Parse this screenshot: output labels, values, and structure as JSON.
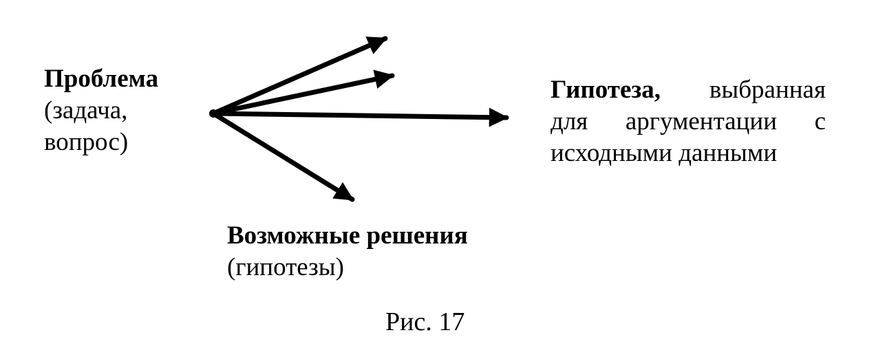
{
  "problem": {
    "title": "Проблема",
    "line2": "(задача,",
    "line3": "вопрос)"
  },
  "hypothesis": {
    "title": "Гипотеза,",
    "line1_rest": "выбранная",
    "line2_words": [
      "для",
      "аргументации",
      "с"
    ],
    "line3": "исходными данными"
  },
  "solutions": {
    "title": "Возможные решения",
    "subtitle": "(гипотезы)"
  },
  "caption": "Рис. 17",
  "colors": {
    "ink": "#000000",
    "background": "#ffffff"
  }
}
